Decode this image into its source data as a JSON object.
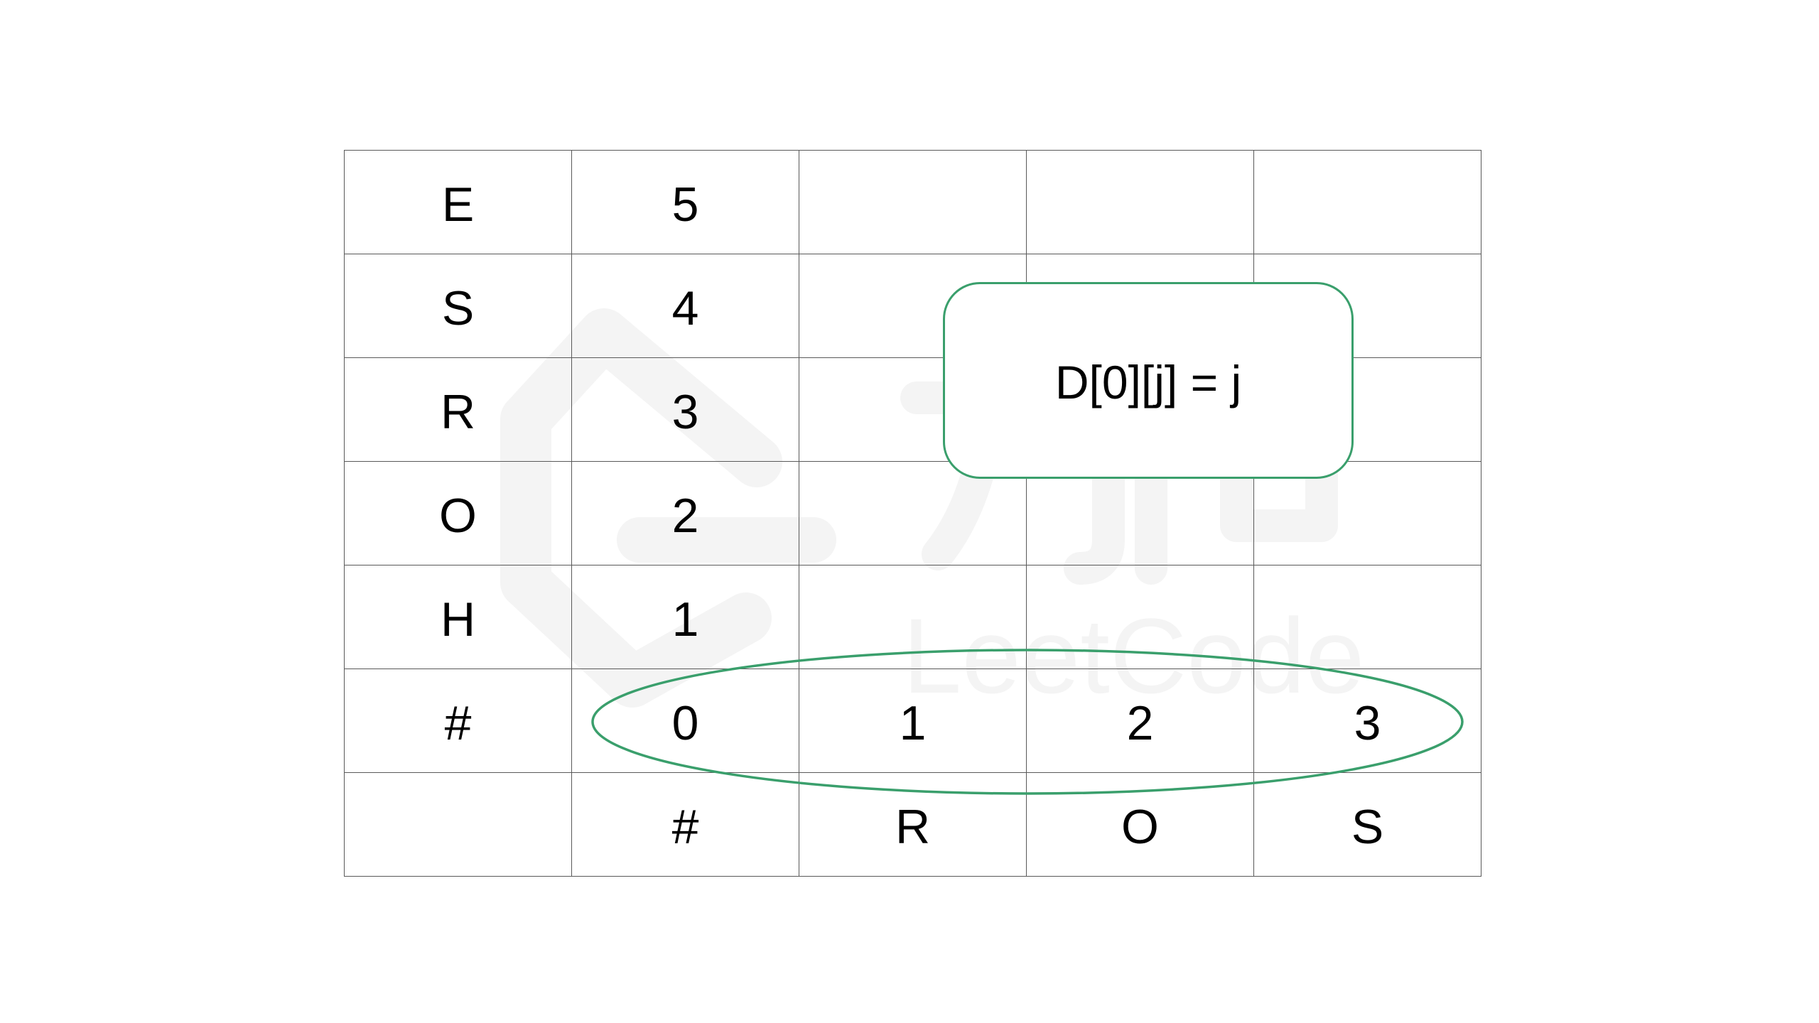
{
  "watermark": {
    "brand_cn": "力扣",
    "brand_en": "LeetCode"
  },
  "table": {
    "rows": [
      [
        "E",
        "5",
        "",
        "",
        ""
      ],
      [
        "S",
        "4",
        "",
        "",
        ""
      ],
      [
        "R",
        "3",
        "",
        "",
        ""
      ],
      [
        "O",
        "2",
        "",
        "",
        ""
      ],
      [
        "H",
        "1",
        "",
        "",
        ""
      ],
      [
        "#",
        "0",
        "1",
        "2",
        "3"
      ],
      [
        "",
        "#",
        "R",
        "O",
        "S"
      ]
    ]
  },
  "callout": {
    "text": "D[0][j] = j"
  },
  "highlight": {
    "color": "#3a9f6c",
    "target": "row-#"
  }
}
